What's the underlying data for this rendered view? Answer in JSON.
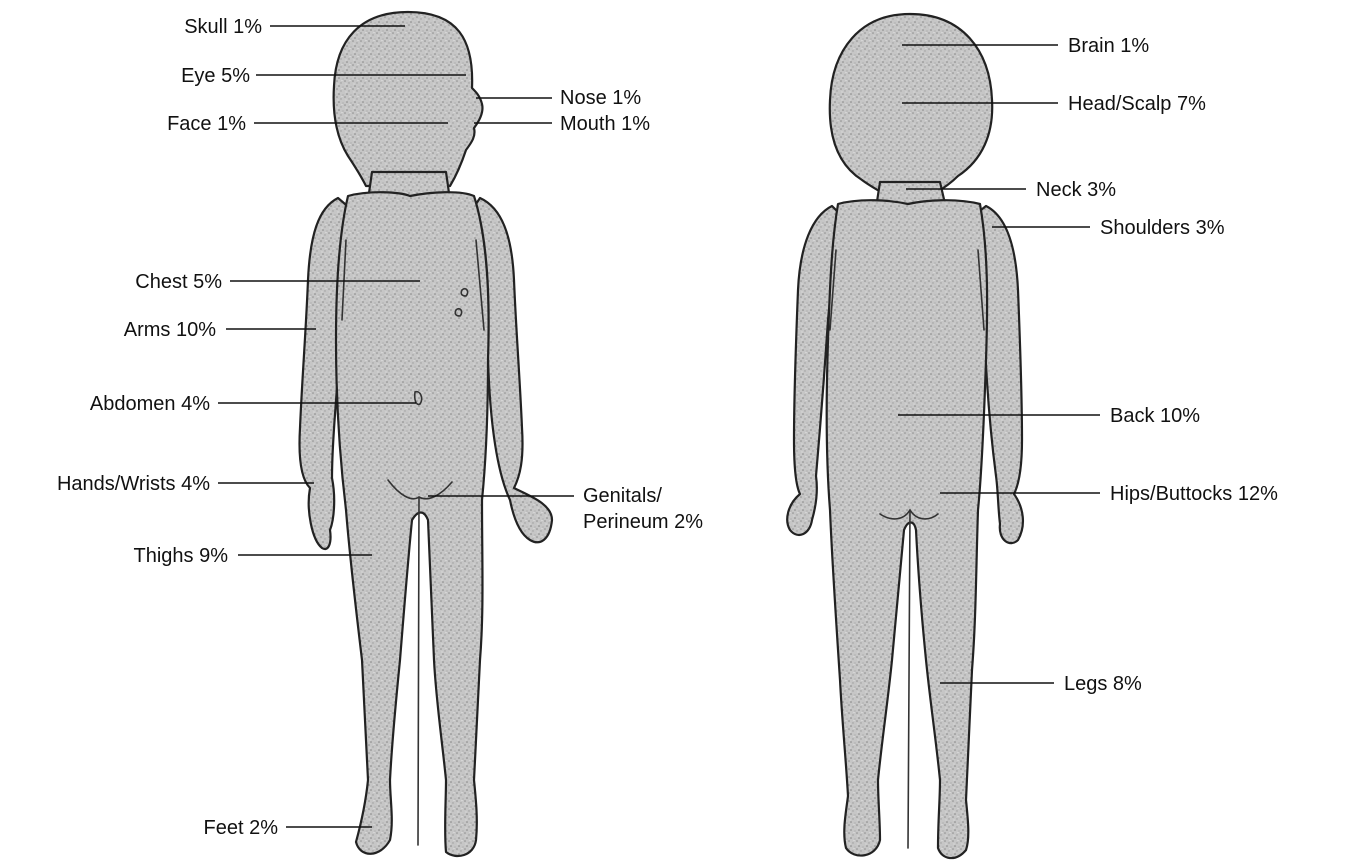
{
  "front_labels": {
    "skull": "Skull  1%",
    "eye": "Eye  5%",
    "nose": "Nose  1%",
    "face": "Face  1%",
    "mouth": "Mouth  1%",
    "chest": "Chest  5%",
    "arms": "Arms  10%",
    "abdomen": "Abdomen  4%",
    "hands_wrists": "Hands/Wrists  4%",
    "genitals_line1": "Genitals/",
    "genitals_line2": "Perineum  2%",
    "thighs": "Thighs  9%",
    "feet": "Feet  2%"
  },
  "back_labels": {
    "brain": "Brain  1%",
    "head_scalp": "Head/Scalp  7%",
    "neck": "Neck  3%",
    "shoulders": "Shoulders  3%",
    "back": "Back  10%",
    "hips_buttocks": "Hips/Buttocks  12%",
    "legs": "Legs  8%"
  },
  "colors": {
    "figure_fill": "#c9c9c9",
    "outline": "#222222",
    "text": "#111111"
  }
}
